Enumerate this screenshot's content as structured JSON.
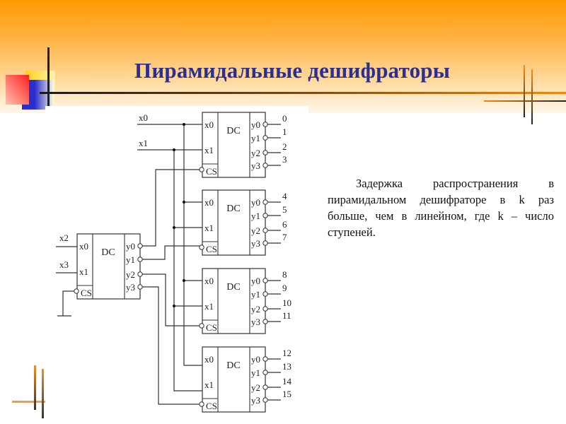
{
  "slide": {
    "title": "Пирамидальные дешифраторы",
    "description": "Задержка распространения в пирамидальном дешифраторе в k раз больше, чем в линейном, где k – число ступеней.",
    "colors": {
      "title": "#2b2f8f",
      "header_gradient_top": "#ff9a00",
      "header_gradient_bottom": "#fff6ea",
      "accent_blue": "#2a2ed0",
      "accent_red": "#ff2020",
      "accent_yellow": "#ffd21a",
      "accent_orange": "#f08a10"
    }
  },
  "diagram": {
    "inputs": {
      "x0": "x0",
      "x1": "x1",
      "x2": "x2",
      "x3": "x3"
    },
    "first_stage": {
      "label": "DC",
      "inputs": [
        "x0",
        "x1"
      ],
      "enable": "CS",
      "outputs": [
        "y0",
        "y1",
        "y2",
        "y3"
      ]
    },
    "second_stage": [
      {
        "label": "DC",
        "inputs": [
          "x0",
          "x1"
        ],
        "enable": "CS",
        "outputs": [
          "y0",
          "y1",
          "y2",
          "y3"
        ],
        "output_numbers": [
          "0",
          "1",
          "2",
          "3"
        ]
      },
      {
        "label": "DC",
        "inputs": [
          "x0",
          "x1"
        ],
        "enable": "CS",
        "outputs": [
          "y0",
          "y1",
          "y2",
          "y3"
        ],
        "output_numbers": [
          "4",
          "5",
          "6",
          "7"
        ]
      },
      {
        "label": "DC",
        "inputs": [
          "x0",
          "x1"
        ],
        "enable": "CS",
        "outputs": [
          "y0",
          "y1",
          "y2",
          "y3"
        ],
        "output_numbers": [
          "8",
          "9",
          "10",
          "11"
        ]
      },
      {
        "label": "DC",
        "inputs": [
          "x0",
          "x1"
        ],
        "enable": "CS",
        "outputs": [
          "y0",
          "y1",
          "y2",
          "y3"
        ],
        "output_numbers": [
          "12",
          "13",
          "14",
          "15"
        ]
      }
    ]
  }
}
